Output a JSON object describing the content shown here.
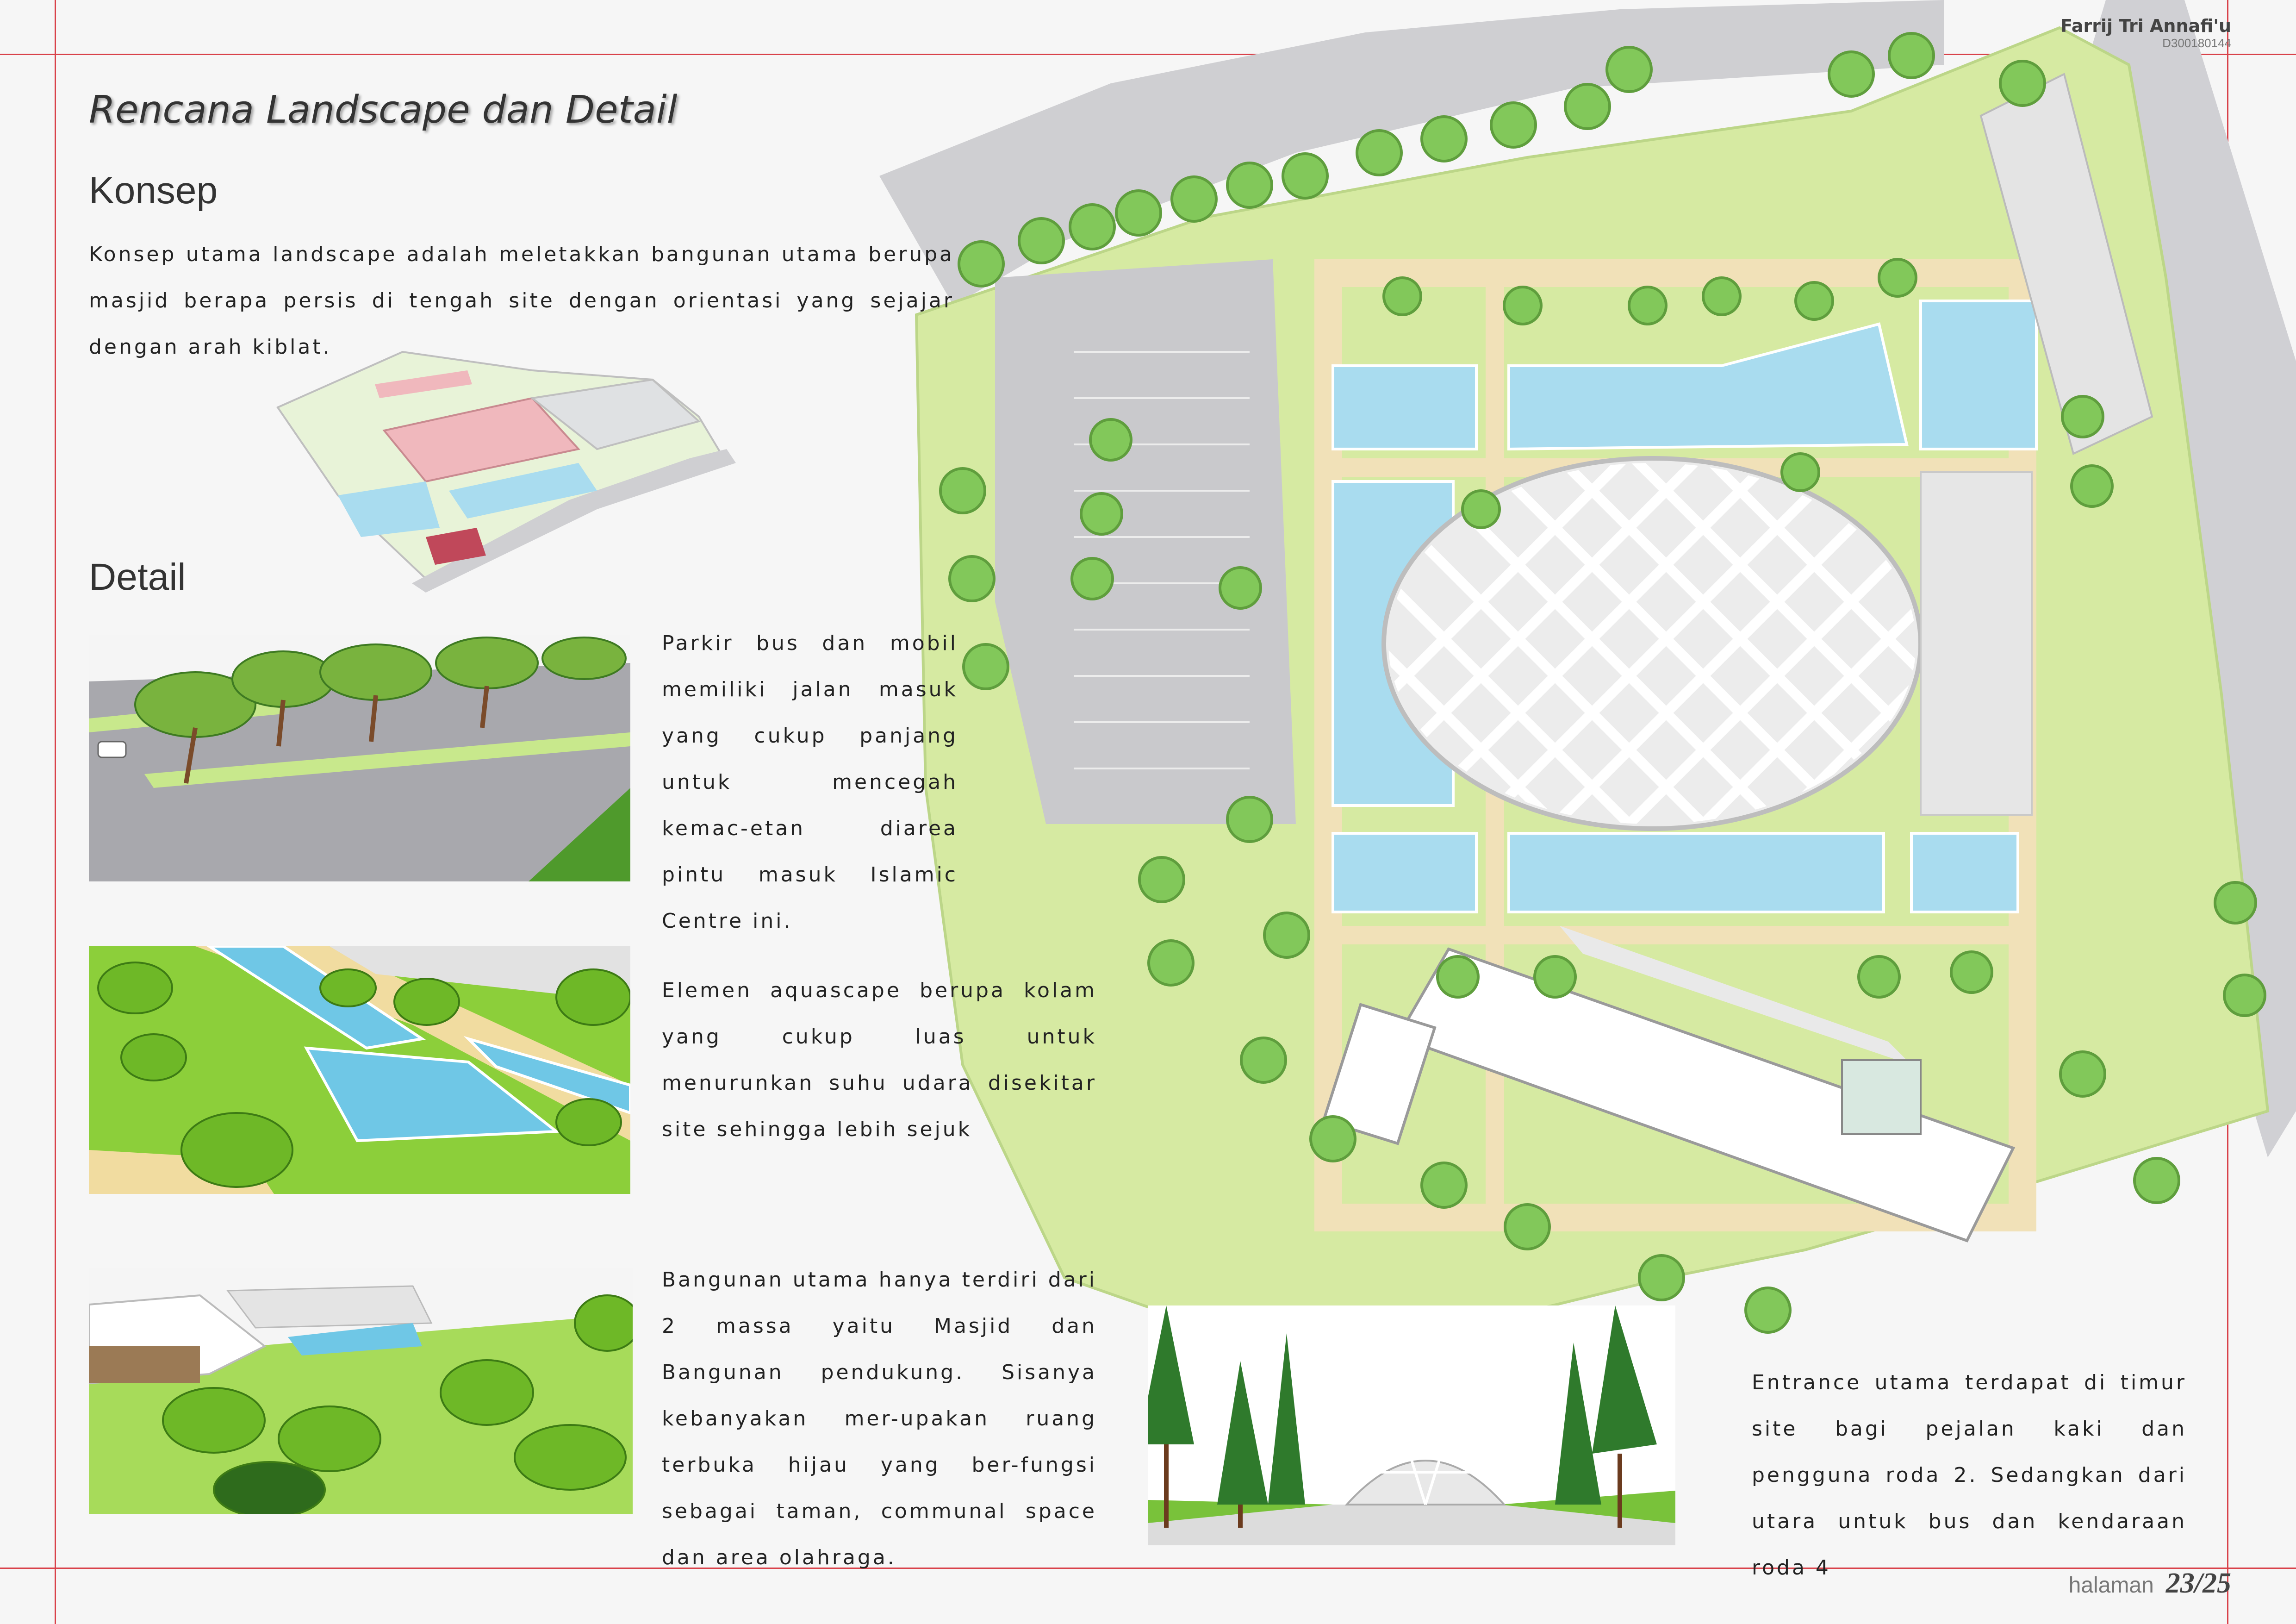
{
  "header": {
    "author_name": "Farrij Tri Annafi'u",
    "author_id": "D300180144"
  },
  "page": {
    "title": "Rencana Landscape dan Detail",
    "konsep_heading": "Konsep",
    "konsep_text": "Konsep utama landscape adalah meletakkan bangunan utama berupa masjid berapa persis di tengah site dengan orientasi yang sejajar dengan arah kiblat.",
    "detail_heading": "Detail",
    "detail_1_text": "Parkir bus dan mobil memiliki jalan masuk yang cukup panjang untuk mencegah kemac-etan diarea pintu masuk Islamic Centre ini.",
    "detail_2_text": "Elemen aquascape berupa kolam yang cukup luas untuk menurunkan suhu udara disekitar site sehingga lebih sejuk",
    "detail_3_text": "Bangunan utama hanya terdiri dari 2 massa yaitu Masjid dan Bangunan pendukung. Sisanya kebanyakan mer-upakan ruang terbuka hijau yang ber-fungsi sebagai taman, communal space dan area olahraga.",
    "entrance_text": "Entrance utama terdapat di timur site bagi pejalan kaki dan pengguna roda 2. Sedangkan dari utara untuk bus dan kendaraan roda 4"
  },
  "footer": {
    "label": "halaman",
    "page_number": "23/25"
  },
  "colors": {
    "guide_red": "#d9424a",
    "grass": "#d6eaa2",
    "pool": "#a9dcef",
    "path": "#f1e1b8",
    "asphalt": "#cfcfd2",
    "tree": "#82c85a"
  }
}
